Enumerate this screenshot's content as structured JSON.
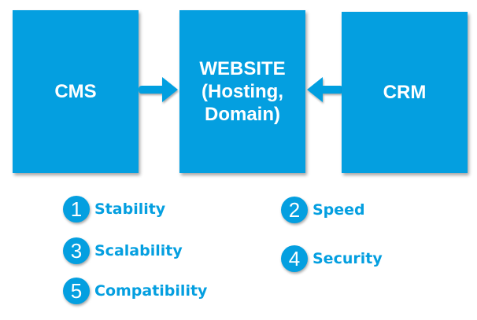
{
  "diagram": {
    "boxes": {
      "cms": {
        "label": "CMS"
      },
      "website": {
        "lines": [
          "WEBSITE",
          "(Hosting,",
          "Domain)"
        ]
      },
      "crm": {
        "label": "CRM"
      }
    },
    "arrows": [
      {
        "from": "CMS",
        "to": "WEBSITE"
      },
      {
        "from": "CRM",
        "to": "WEBSITE"
      }
    ],
    "colors": {
      "accent": "#049fe0",
      "text_on_accent": "#ffffff"
    }
  },
  "list": {
    "items": [
      {
        "number": "1",
        "label": "Stability"
      },
      {
        "number": "2",
        "label": "Speed"
      },
      {
        "number": "3",
        "label": "Scalability"
      },
      {
        "number": "4",
        "label": "Security"
      },
      {
        "number": "5",
        "label": "Compatibility"
      }
    ]
  }
}
